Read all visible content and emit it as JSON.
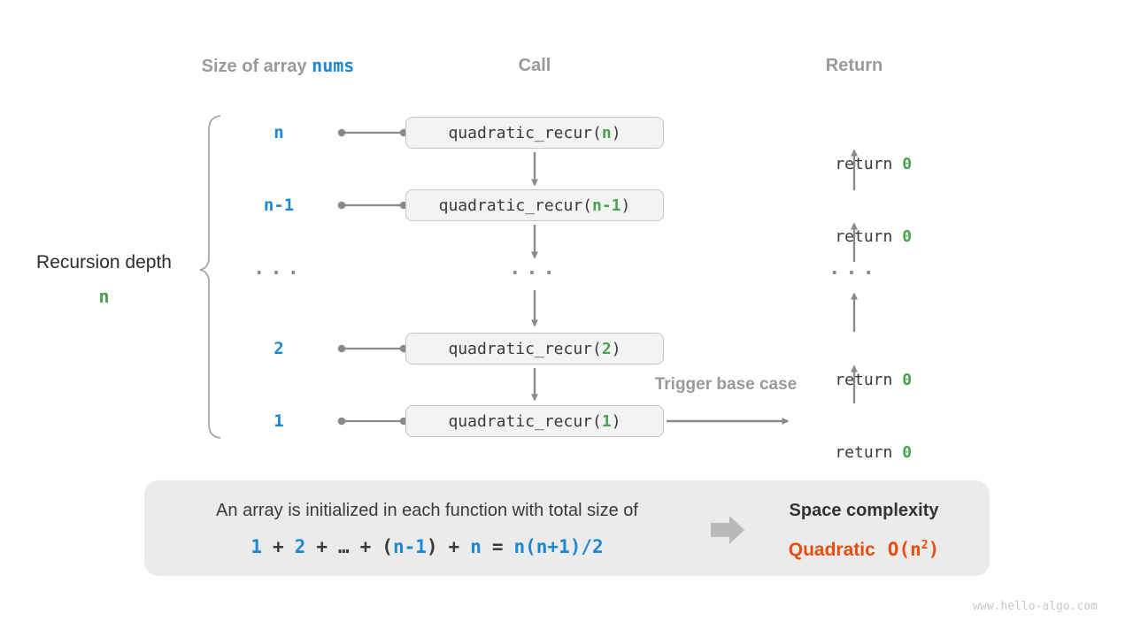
{
  "headers": {
    "size_of_array": "Size of array",
    "nums": "nums",
    "call": "Call",
    "return": "Return"
  },
  "left_annotation": {
    "label": "Recursion depth",
    "value": "n"
  },
  "rows": [
    {
      "size": "n",
      "call_open": "quadratic_recur(",
      "call_arg": "n",
      "call_close": ")",
      "return_kw": "return ",
      "return_val": "0"
    },
    {
      "size": "n-1",
      "call_open": "quadratic_recur(",
      "call_arg": "n-1",
      "call_close": ")",
      "return_kw": "return ",
      "return_val": "0"
    },
    {
      "size": "...",
      "call_ellipsis": "...",
      "return_ellipsis": "..."
    },
    {
      "size": "2",
      "call_open": "quadratic_recur(",
      "call_arg": "2",
      "call_close": ")",
      "return_kw": "return ",
      "return_val": "0"
    },
    {
      "size": "1",
      "call_open": "quadratic_recur(",
      "call_arg": "1",
      "call_close": ")",
      "return_kw": "return ",
      "return_val": "0"
    }
  ],
  "trigger_label": "Trigger base case",
  "summary_panel": {
    "line1": "An array is initialized in each function with total size of",
    "formula": {
      "t1": "1",
      "op1": "+",
      "t2": "2",
      "op2": "+",
      "dots": "…",
      "op3": "+",
      "paren_open": "(",
      "t3": "n-1",
      "paren_close": ")",
      "op4": "+",
      "t4": "n",
      "equals": "=",
      "t5": "n(n+1)/2"
    },
    "result_title": "Space complexity",
    "result_name": "Quadratic",
    "result_o_open": "O(n",
    "result_exp": "2",
    "result_o_close": ")"
  },
  "watermark": "www.hello-algo.com",
  "colors": {
    "blue": "#1d87d2",
    "green": "#4aa14e",
    "orange": "#e84e0e",
    "gray_text": "#9a9a9a",
    "dark_text": "#3a3a3a",
    "arrow": "#8a8a8a",
    "box_bg": "#f3f3f3",
    "box_border": "#c5c5c5",
    "panel_bg": "#ebebeb"
  }
}
